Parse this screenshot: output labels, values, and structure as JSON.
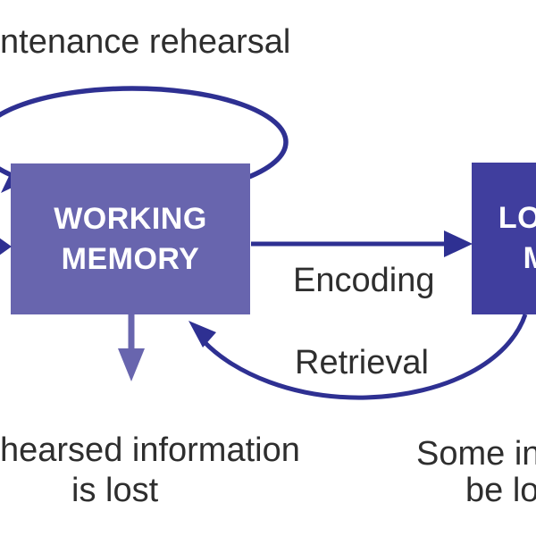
{
  "background": "#ffffff",
  "text_color": "#2e2e2e",
  "line_color": "#2e3092",
  "labels": {
    "maintenance_rehearsal": "ntenance rehearsal",
    "encoding": "Encoding",
    "retrieval": "Retrieval",
    "lost_left_line1": "hearsed information",
    "lost_left_line2": "is lost",
    "lost_right_line1": "Some in",
    "lost_right_line2": "be lo"
  },
  "boxes": {
    "working_memory": {
      "label": "WORKING MEMORY",
      "fill": "#6865ae",
      "text_color": "#ffffff"
    },
    "long_term_memory": {
      "label": "LONG-TERM MEMORY",
      "fill": "#403e9e",
      "text_color": "#ffffff"
    }
  },
  "arrows": {
    "maintenance_loop": {
      "shape": "ellipse-loop",
      "color": "#2e3092"
    },
    "input_arrowhead": {
      "shape": "arrowhead-right",
      "color": "#2e3092"
    },
    "encoding_arrow": {
      "shape": "straight-right",
      "color": "#2e3092"
    },
    "retrieval_arrow": {
      "shape": "curved-left",
      "color": "#2e3092"
    },
    "forgetting_arrow": {
      "shape": "straight-down",
      "color": "#6865ae"
    }
  }
}
